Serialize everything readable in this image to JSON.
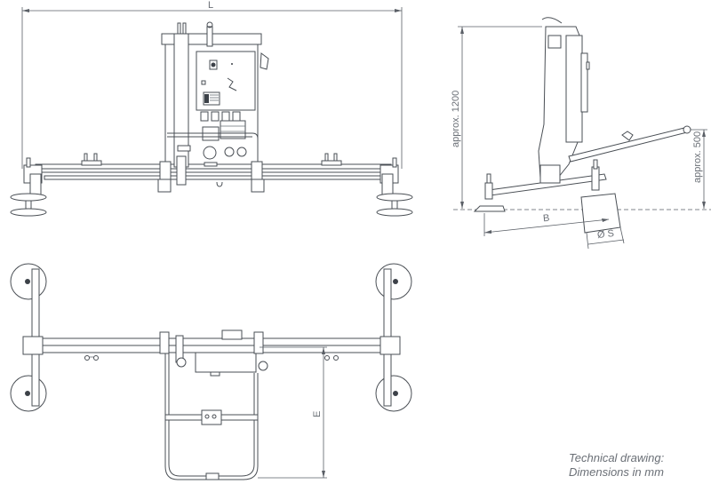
{
  "drawing": {
    "title": "Vacuum lifter technical drawing",
    "line_color": "#4a4f55",
    "text_color": "#6a6f76",
    "views": {
      "front": {
        "dimension_L": "L"
      },
      "side": {
        "height_label": "approx. 1200",
        "handle_height_label": "approx. 500",
        "dimension_B": "B",
        "dimension_S": "Ø S"
      },
      "top": {
        "dimension_E": "E"
      }
    },
    "caption": {
      "line1": "Technical drawing:",
      "line2": "Dimensions in mm"
    }
  }
}
